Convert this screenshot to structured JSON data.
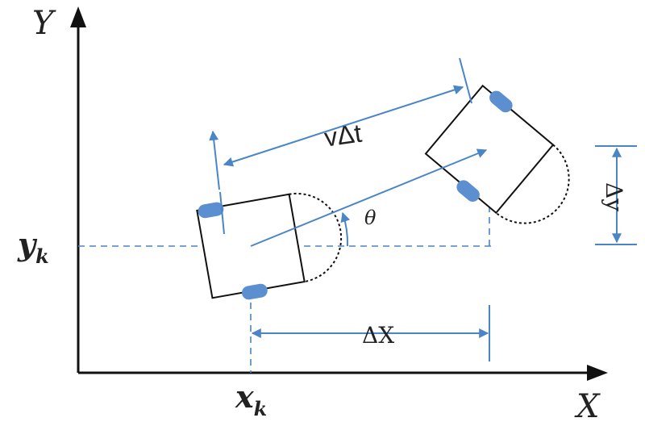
{
  "labels": {
    "axis_y": "Y",
    "axis_x": "X",
    "yk_main": "y",
    "yk_sub": "k",
    "xk_main": "x",
    "xk_sub": "k",
    "v_delta_t": "vΔt",
    "theta": "θ",
    "delta_x": "ΔX",
    "delta_y": "Δy"
  },
  "colors": {
    "axis": "#111111",
    "accent": "#4a86c5",
    "wheel": "#5b8fd0",
    "robot_outline": "#111111",
    "text": "#222222"
  }
}
